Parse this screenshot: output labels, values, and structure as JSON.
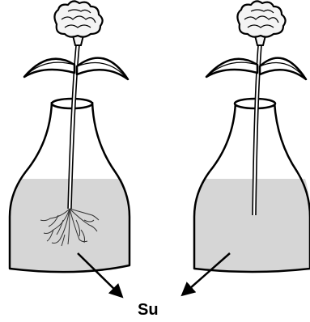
{
  "diagram": {
    "label": "Su",
    "colors": {
      "outline": "#000000",
      "water": "#d6d6d6",
      "petal": "#f4f4f4",
      "leaf": "#ffffff",
      "background": "#ffffff"
    },
    "vases": [
      {
        "name": "vase-left",
        "stem_has_roots": true
      },
      {
        "name": "vase-right",
        "stem_has_roots": false
      }
    ],
    "icons": [
      "carnation-flower-icon",
      "arrow-icon"
    ]
  }
}
